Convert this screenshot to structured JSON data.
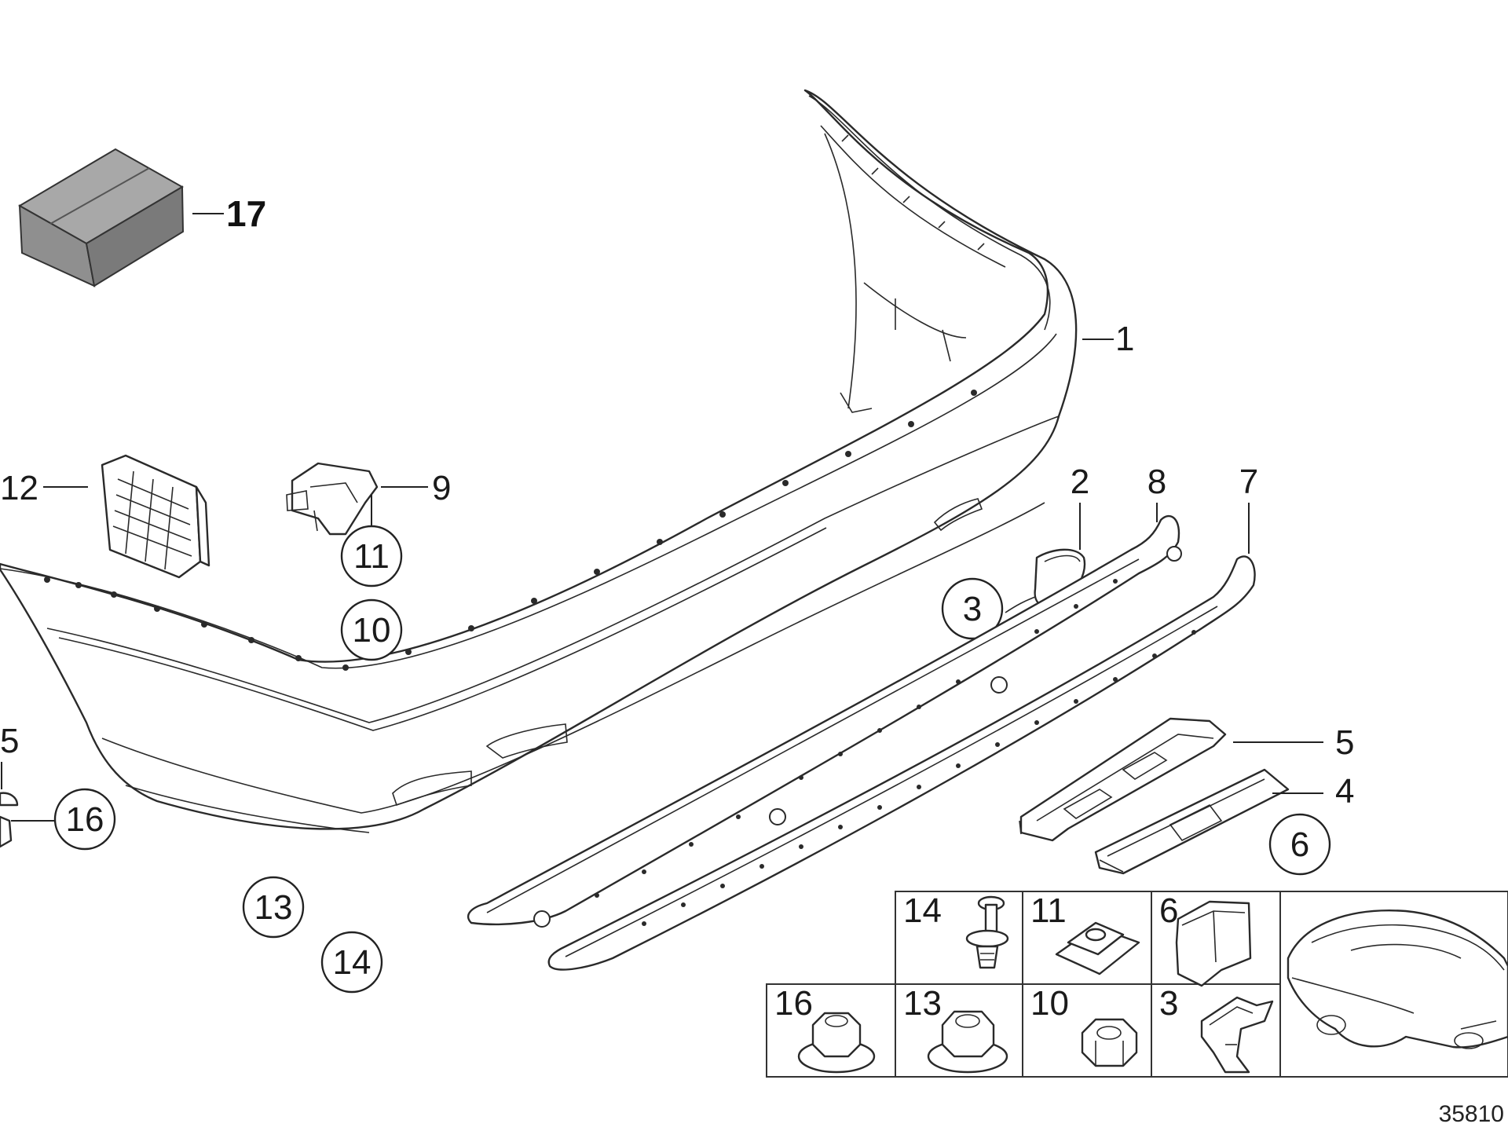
{
  "diagram": {
    "callouts": {
      "c1": "1",
      "c2": "2",
      "c3": "3",
      "c4": "4",
      "c5": "5",
      "c5l": "5",
      "c6": "6",
      "c7": "7",
      "c8": "8",
      "c9": "9",
      "c10": "10",
      "c11": "11",
      "c12": "12",
      "c13": "13",
      "c14": "14",
      "c16": "16",
      "c17": "17"
    },
    "legend": {
      "r1c1": "14",
      "r1c2": "11",
      "r1c3": "6",
      "r2c1": "16",
      "r2c2": "13",
      "r2c3": "10",
      "r2c4": "3"
    },
    "diagram_number": "35810"
  }
}
